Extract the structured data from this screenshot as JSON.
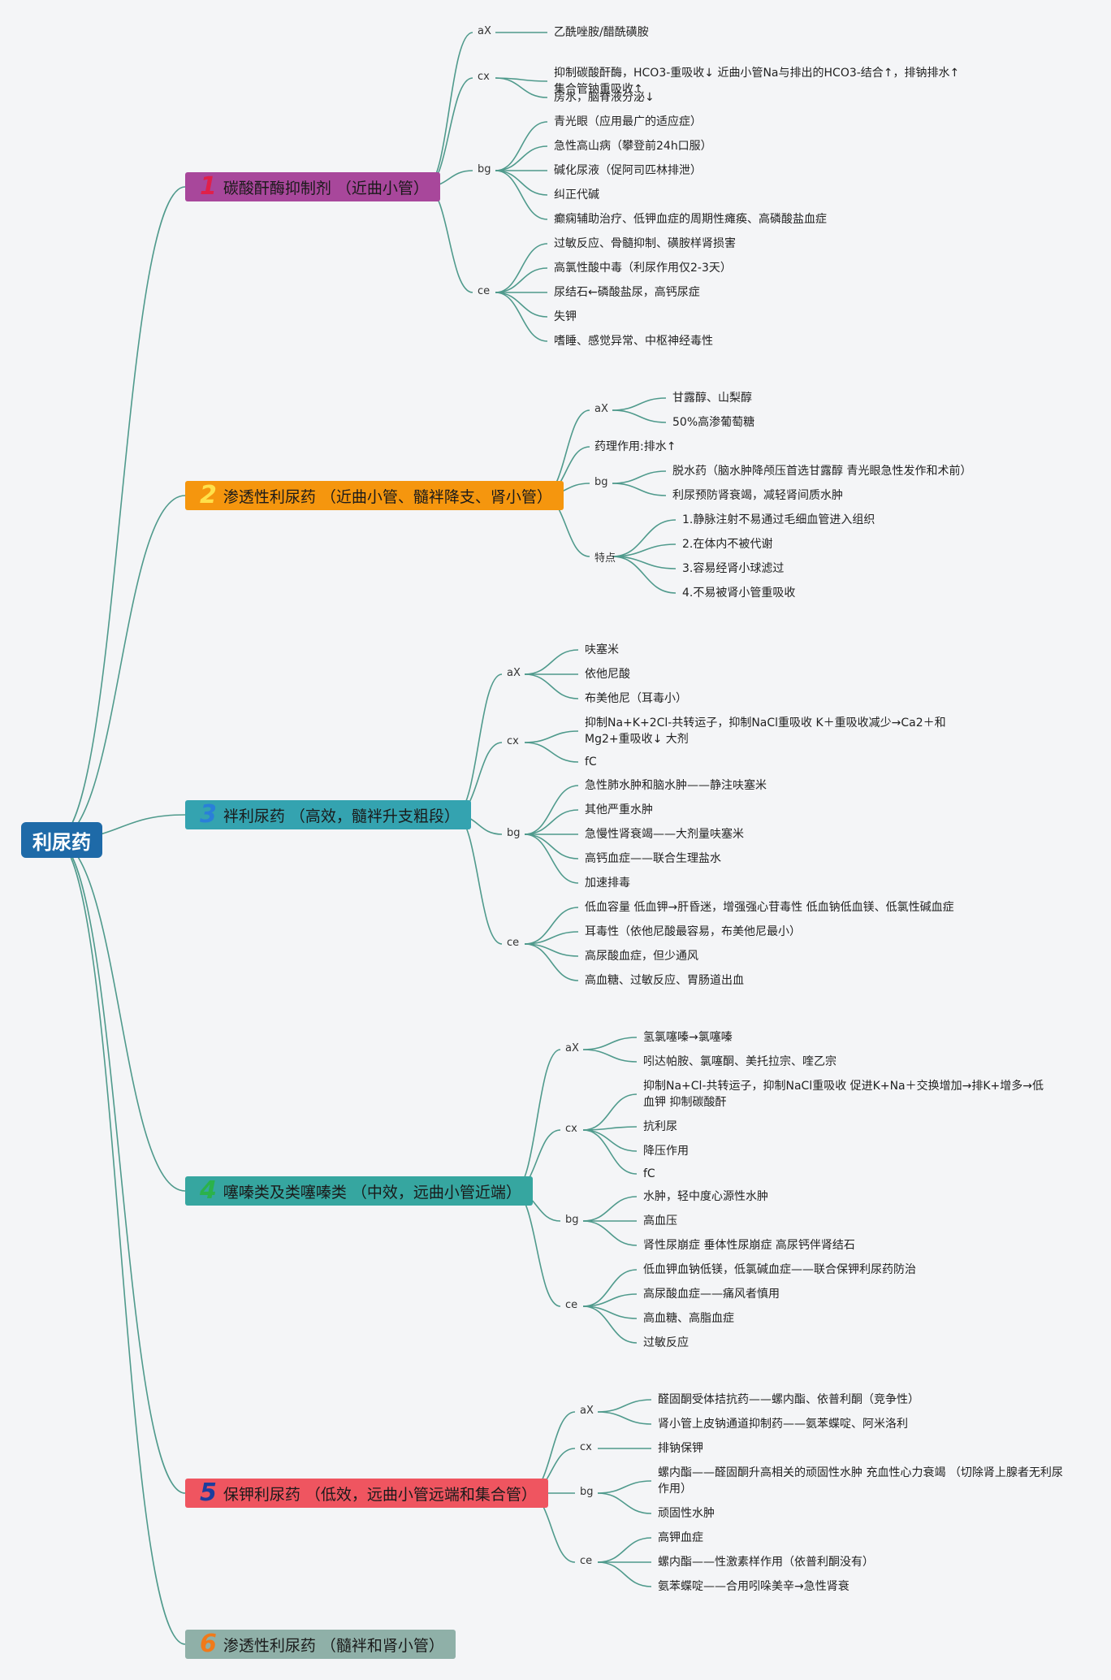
{
  "root": {
    "label": "利尿药"
  },
  "colors": {
    "connector": "#4f9a8c",
    "root": "#1e6aa8"
  },
  "branches": [
    {
      "num": "1",
      "label": "碳酸酐酶抑制剂 （近曲小管）",
      "color": "#a8479b",
      "num_color": "#e0204a",
      "groups": [
        {
          "key": "aX",
          "items": [
            "乙酰唑胺/醋酰磺胺"
          ]
        },
        {
          "key": "cx",
          "items": [
            "抑制碳酸酐酶，HCO3-重吸收↓ 近曲小管Na与排出的HCO3-结合↑，排钠排水↑ 集合管钠重吸收↑",
            "房水，脑脊液分泌↓"
          ]
        },
        {
          "key": "bg",
          "items": [
            "青光眼（应用最广的适应症）",
            "急性高山病（攀登前24h口服）",
            "碱化尿液（促阿司匹林排泄）",
            "纠正代碱",
            "癫痫辅助治疗、低钾血症的周期性瘫痪、高磷酸盐血症"
          ]
        },
        {
          "key": "ce",
          "items": [
            "过敏反应、骨髓抑制、磺胺样肾损害",
            "高氯性酸中毒（利尿作用仅2-3天）",
            "尿结石←磷酸盐尿，高钙尿症",
            "失钾",
            "嗜睡、感觉异常、中枢神经毒性"
          ]
        }
      ]
    },
    {
      "num": "2",
      "label": "渗透性利尿药 （近曲小管、髓袢降支、肾小管）",
      "color": "#f5960e",
      "num_color": "#ffe14a",
      "groups": [
        {
          "key": "aX",
          "items": [
            "甘露醇、山梨醇",
            "50%高渗葡萄糖"
          ]
        },
        {
          "key": "",
          "items": [
            "药理作用:排水↑"
          ]
        },
        {
          "key": "bg",
          "items": [
            "脱水药（脑水肿降颅压首选甘露醇 青光眼急性发作和术前）",
            "利尿预防肾衰竭，减轻肾间质水肿"
          ]
        },
        {
          "key": "特点",
          "items": [
            "1.静脉注射不易通过毛细血管进入组织",
            "2.在体内不被代谢",
            "3.容易经肾小球滤过",
            "4.不易被肾小管重吸收"
          ]
        }
      ]
    },
    {
      "num": "3",
      "label": "袢利尿药 （高效，髓袢升支粗段）",
      "color": "#34a3b0",
      "num_color": "#2a7fd9",
      "groups": [
        {
          "key": "aX",
          "items": [
            "呋塞米",
            "依他尼酸",
            "布美他尼（耳毒小）"
          ]
        },
        {
          "key": "cx",
          "items": [
            "抑制Na+K+2Cl-共转运子，抑制NaCl重吸收 K＋重吸收减少→Ca2＋和Mg2+重吸收↓ 大剂",
            "fC"
          ]
        },
        {
          "key": "bg",
          "items": [
            "急性肺水肿和脑水肿——静注呋塞米",
            "其他严重水肿",
            "急慢性肾衰竭——大剂量呋塞米",
            "高钙血症——联合生理盐水",
            "加速排毒"
          ]
        },
        {
          "key": "ce",
          "items": [
            "低血容量 低血钾→肝昏迷，增强强心苷毒性 低血钠低血镁、低氯性碱血症",
            "耳毒性（依他尼酸最容易，布美他尼最小）",
            "高尿酸血症，但少通风",
            "高血糖、过敏反应、胃肠道出血"
          ]
        }
      ]
    },
    {
      "num": "4",
      "label": "噻嗪类及类噻嗪类 （中效，远曲小管近端）",
      "color": "#36a6a0",
      "num_color": "#2bb24a",
      "groups": [
        {
          "key": "aX",
          "items": [
            "氢氯噻嗪→氯噻嗪",
            "吲达帕胺、氯噻酮、美托拉宗、喹乙宗"
          ]
        },
        {
          "key": "cx",
          "items": [
            "抑制Na+Cl-共转运子，抑制NaCl重吸收 促进K+Na＋交换增加→排K+增多→低血钾 抑制碳酸酐",
            "抗利尿",
            "降压作用",
            "fC"
          ]
        },
        {
          "key": "bg",
          "items": [
            "水肿，轻中度心源性水肿",
            "高血压",
            "肾性尿崩症 垂体性尿崩症 高尿钙伴肾结石"
          ]
        },
        {
          "key": "ce",
          "items": [
            "低血钾血钠低镁，低氯碱血症——联合保钾利尿药防治",
            "高尿酸血症——痛风者慎用",
            "高血糖、高脂血症",
            "过敏反应"
          ]
        }
      ]
    },
    {
      "num": "5",
      "label": "保钾利尿药 （低效，远曲小管远端和集合管）",
      "color": "#ef5560",
      "num_color": "#1d3d9e",
      "groups": [
        {
          "key": "aX",
          "items": [
            "醛固酮受体拮抗药——螺内酯、依普利酮（竞争性）",
            "肾小管上皮钠通道抑制药——氨苯蝶啶、阿米洛利"
          ]
        },
        {
          "key": "cx",
          "items": [
            "排钠保钾"
          ]
        },
        {
          "key": "bg",
          "items": [
            "螺内酯——醛固酮升高相关的顽固性水肿 充血性心力衰竭 （切除肾上腺者无利尿作用）",
            "顽固性水肿"
          ]
        },
        {
          "key": "ce",
          "items": [
            "高钾血症",
            "螺内酯——性激素样作用（依普利酮没有）",
            "氨苯蝶啶——合用吲哚美辛→急性肾衰"
          ]
        }
      ]
    },
    {
      "num": "6",
      "label": "渗透性利尿药 （髓袢和肾小管）",
      "color": "#8fb0a8",
      "num_color": "#f07a1a",
      "groups": []
    }
  ]
}
